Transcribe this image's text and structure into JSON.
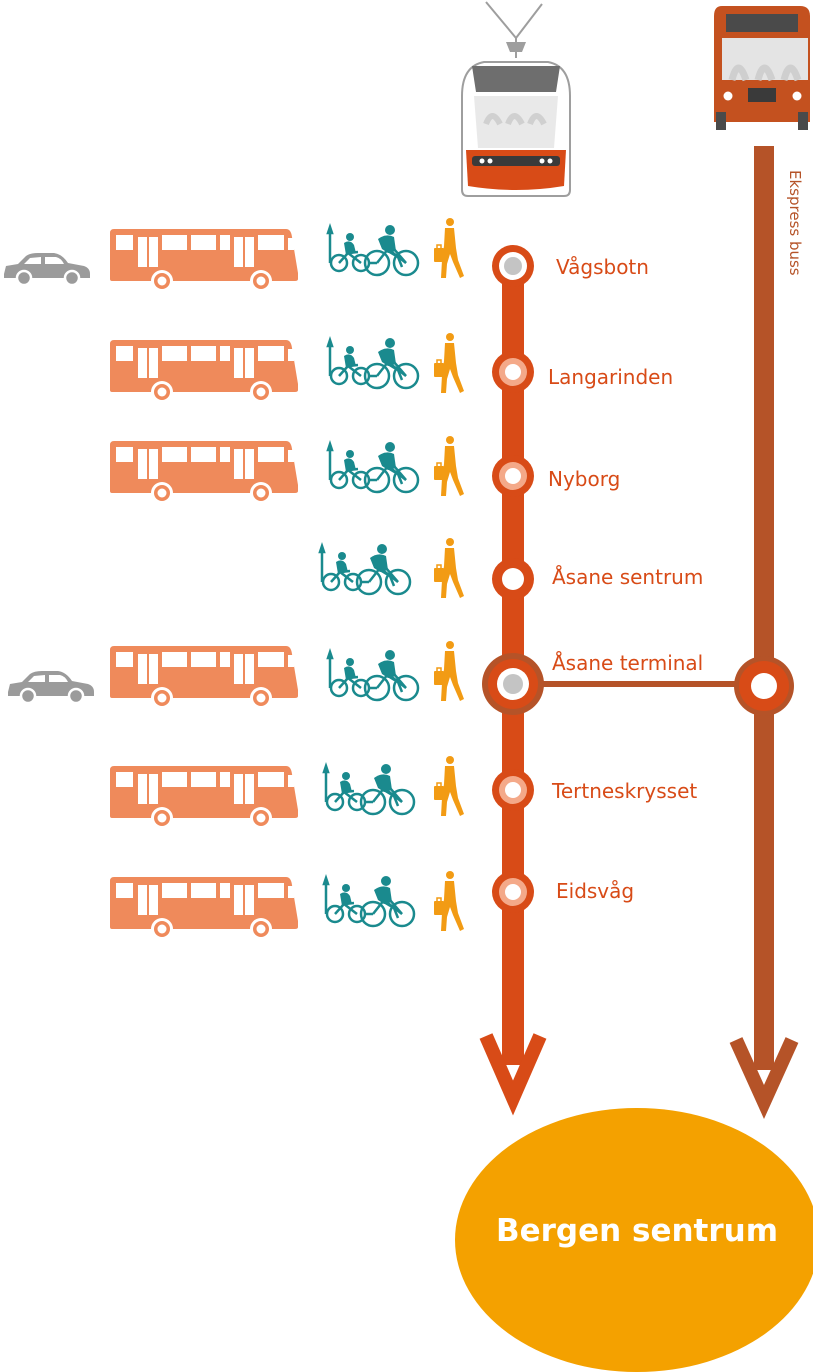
{
  "colors": {
    "tram_line": "#d84b17",
    "express_line": "#b55328",
    "bus": "#ef8a5b",
    "bike": "#1a8a8e",
    "walker": "#f29b14",
    "car": "#9b9b9b",
    "destination": "#f4a100",
    "destination_text": "#ffffff"
  },
  "icons": [
    "tram-icon",
    "express-bus-icon",
    "car-icon",
    "bus-icon",
    "bicycle-icon",
    "walking-person-icon"
  ],
  "express_line": {
    "label": "Ekspress buss"
  },
  "stops": [
    {
      "name": "Vågsbotn",
      "type": "interchange",
      "bus": true,
      "car": true
    },
    {
      "name": "Langarinden",
      "type": "regular",
      "bus": true,
      "car": false
    },
    {
      "name": "Nyborg",
      "type": "regular",
      "bus": true,
      "car": false
    },
    {
      "name": "Åsane sentrum",
      "type": "minor",
      "bus": false,
      "car": false
    },
    {
      "name": "Åsane terminal",
      "type": "terminal",
      "bus": true,
      "car": true,
      "express_connection": true
    },
    {
      "name": "Tertneskrysset",
      "type": "regular",
      "bus": true,
      "car": false
    },
    {
      "name": "Eidsvåg",
      "type": "regular",
      "bus": true,
      "car": false
    }
  ],
  "destination": {
    "name": "Bergen sentrum"
  }
}
